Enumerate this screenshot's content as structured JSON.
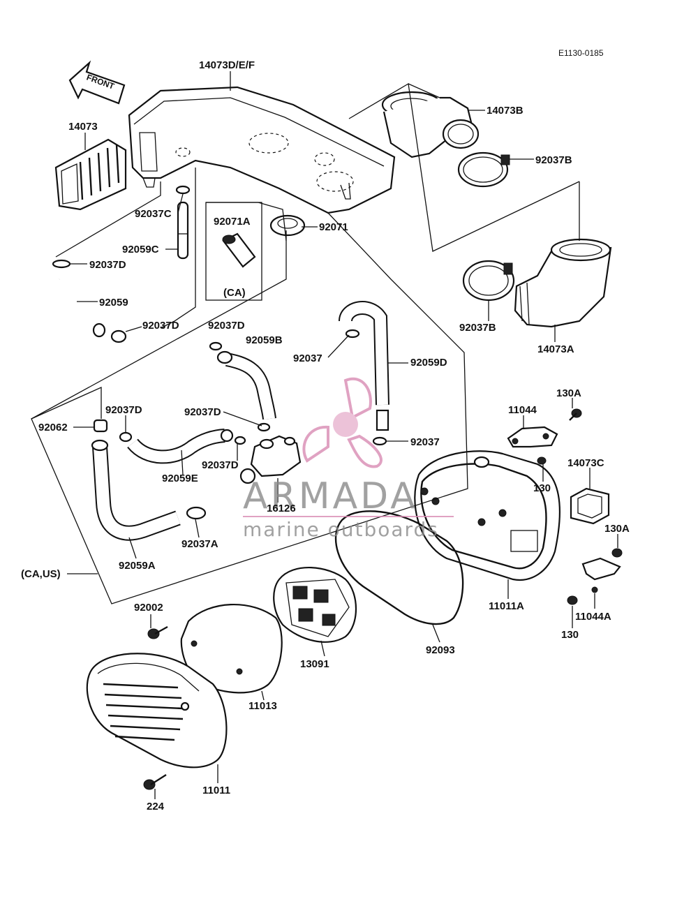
{
  "diagram_code": "E1130-0185",
  "front_arrow_label": "FRONT",
  "watermark": {
    "brand": "ARMADA",
    "tagline": "marine outboards",
    "color": "#d98cb3"
  },
  "labels": {
    "p14073DEF": "14073D/E/F",
    "p14073": "14073",
    "p14073B": "14073B",
    "p92037B_top": "92037B",
    "p92037C": "92037C",
    "p92071A": "92071A",
    "p92071": "92071",
    "p92059C": "92059C",
    "p92037D_a": "92037D",
    "p92059": "92059",
    "pCA": "(CA)",
    "p92037D_b": "92037D",
    "p92037D_c": "92037D",
    "p92059B": "92059B",
    "p92037_top": "92037",
    "p92059D": "92059D",
    "p92037B_mid": "92037B",
    "p14073A": "14073A",
    "p92062": "92062",
    "p92037D_d": "92037D",
    "p92037D_e": "92037D",
    "p92037D_f": "92037D",
    "p92059E": "92059E",
    "p92037_mid": "92037",
    "p11044": "11044",
    "p130A_top": "130A",
    "p130_top": "130",
    "p14073C": "14073C",
    "p16126": "16126",
    "p92037A": "92037A",
    "p92059A": "92059A",
    "pCAUS": "(CA,US)",
    "p130A_bot": "130A",
    "p11011A": "11011A",
    "p11044A": "11044A",
    "p130_bot": "130",
    "p92002": "92002",
    "p13091": "13091",
    "p92093": "92093",
    "p11013": "11013",
    "p11011": "11011",
    "p224": "224"
  }
}
